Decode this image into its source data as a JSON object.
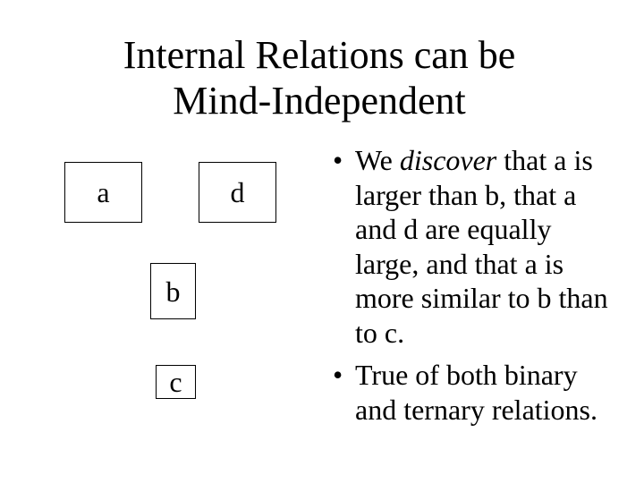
{
  "slide": {
    "title": {
      "line1": "Internal Relations can be",
      "line2": "Mind-Independent"
    },
    "diagram": {
      "boxes": [
        {
          "label": "a"
        },
        {
          "label": "d"
        },
        {
          "label": "b"
        },
        {
          "label": "c"
        }
      ]
    },
    "bullets": {
      "bullet_char": "•",
      "item1": {
        "l1_pre": "We ",
        "l1_italic": "discover",
        "l1_post": " that a is",
        "l2": "larger than b, that a",
        "l3": "and d are equally",
        "l4": "large, and that a is",
        "l5": "more similar to b than",
        "l6": "to c."
      },
      "item2": {
        "l1": "True of both binary",
        "l2": "and ternary relations."
      }
    },
    "colors": {
      "background": "#ffffff",
      "text": "#000000",
      "box_border": "#000000"
    }
  }
}
